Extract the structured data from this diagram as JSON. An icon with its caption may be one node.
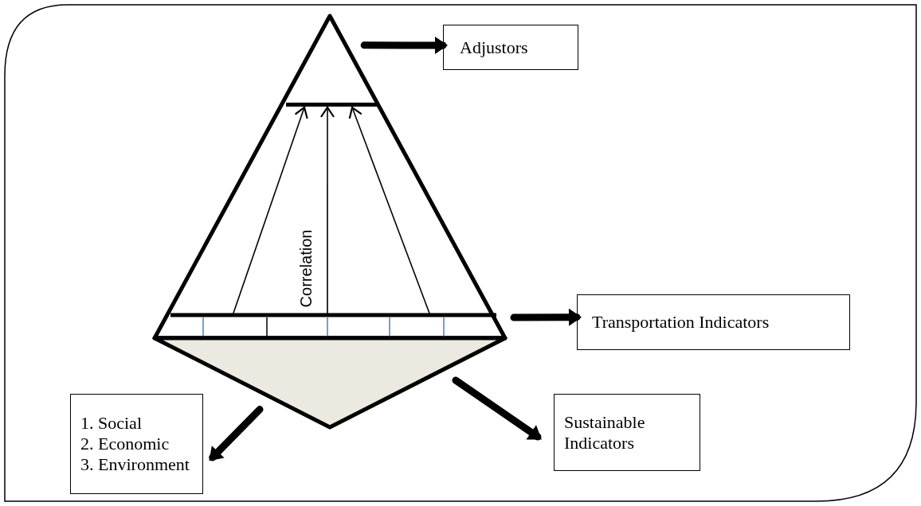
{
  "diagram": {
    "nodes": [
      {
        "text": [],
        "shape": "triangle"
      },
      {
        "text": [],
        "shape": "bar",
        "in": 0
      },
      {
        "text": [],
        "shape": "bar",
        "in": 0
      },
      {
        "text": [],
        "shape": "triangle"
      },
      {
        "text": [
          "Adjustors"
        ]
      },
      {
        "text": [
          "Transportation Indicators"
        ]
      },
      {
        "text": [
          "1. Social",
          "2. Economic",
          "3. Environment"
        ]
      },
      {
        "text": [
          "Sustainable Indicators"
        ]
      }
    ],
    "edges": [
      {
        "from": 2,
        "to": 1,
        "arrow": "to"
      },
      {
        "from": 2,
        "to": 1,
        "arrow": "to",
        "label": "Correlation"
      },
      {
        "from": 2,
        "to": 1,
        "arrow": "to"
      },
      {
        "from": 0,
        "to": 4,
        "arrow": "to"
      },
      {
        "from": 2,
        "to": 5,
        "arrow": "to"
      },
      {
        "from": 3,
        "to": 6,
        "arrow": "to"
      },
      {
        "from": 3,
        "to": 7,
        "arrow": "to"
      }
    ]
  }
}
